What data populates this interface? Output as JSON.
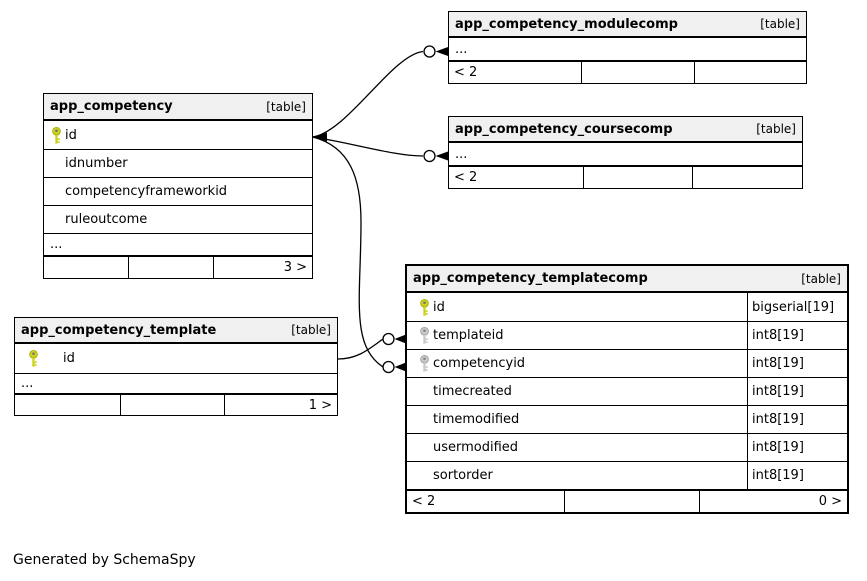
{
  "note": "Generated by SchemaSpy",
  "colors": {
    "pk_key": "#ccd21c",
    "fk_key": "#c9c9c9",
    "header_bg": "#f0f0f0",
    "line": "#000000"
  },
  "tables": {
    "modulecomp": {
      "name": "app_competency_modulecomp",
      "tag": "[table]",
      "ellipsis": "...",
      "footer": {
        "left": "< 2",
        "mid": "",
        "right": ""
      }
    },
    "coursecomp": {
      "name": "app_competency_coursecomp",
      "tag": "[table]",
      "ellipsis": "...",
      "footer": {
        "left": "< 2",
        "mid": "",
        "right": ""
      }
    },
    "competency": {
      "name": "app_competency",
      "tag": "[table]",
      "columns": [
        {
          "name": "id",
          "key": "primary"
        },
        {
          "name": "idnumber",
          "key": "none"
        },
        {
          "name": "competencyframeworkid",
          "key": "none"
        },
        {
          "name": "ruleoutcome",
          "key": "none"
        }
      ],
      "ellipsis": "...",
      "footer": {
        "left": "",
        "mid": "",
        "right": "3 >"
      }
    },
    "template": {
      "name": "app_competency_template",
      "tag": "[table]",
      "columns": [
        {
          "name": "id",
          "key": "primary"
        }
      ],
      "ellipsis": "...",
      "footer": {
        "left": "",
        "mid": "",
        "right": "1 >"
      }
    },
    "templatecomp": {
      "name": "app_competency_templatecomp",
      "tag": "[table]",
      "columns": [
        {
          "name": "id",
          "key": "primary",
          "type": "bigserial[19]"
        },
        {
          "name": "templateid",
          "key": "foreign",
          "type": "int8[19]"
        },
        {
          "name": "competencyid",
          "key": "foreign",
          "type": "int8[19]"
        },
        {
          "name": "timecreated",
          "key": "none",
          "type": "int8[19]"
        },
        {
          "name": "timemodified",
          "key": "none",
          "type": "int8[19]"
        },
        {
          "name": "usermodified",
          "key": "none",
          "type": "int8[19]"
        },
        {
          "name": "sortorder",
          "key": "none",
          "type": "int8[19]"
        }
      ],
      "footer": {
        "left": "< 2",
        "mid": "",
        "right": "0 >"
      }
    }
  }
}
